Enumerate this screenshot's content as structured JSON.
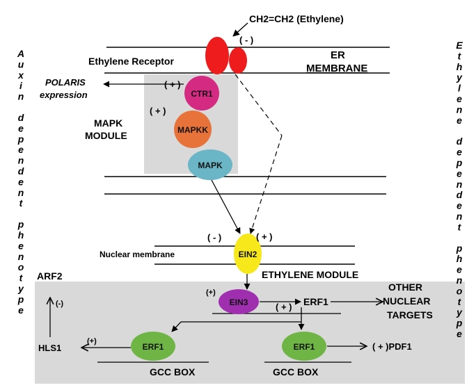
{
  "ligand": "CH2=CH2  (Ethylene)",
  "receptor_label": "Ethylene Receptor",
  "er_label_1": "ER",
  "er_label_2": "MEMBRANE",
  "neg_sign": "( - )",
  "pos_sign": "( + )",
  "pos_sign_compact": "(+)",
  "neg_sign_compact": "(-)",
  "polaris_1": "POLARIS",
  "polaris_2": "expression",
  "mapk_module_1": "MAPK",
  "mapk_module_2": "MODULE",
  "ctr1": "CTR1",
  "mapkk": "MAPKK",
  "mapk": "MAPK",
  "nuclear_membrane": "Nuclear membrane",
  "ein2": "EIN2",
  "ethylene_module": "ETHYLENE MODULE",
  "ein3": "EIN3",
  "erf1": "ERF1",
  "other_targets": [
    "OTHER",
    "NUCLEAR",
    "TARGETS"
  ],
  "arf2": "ARF2",
  "hls1": "HLS1",
  "pdf1": "( + )PDF1",
  "gcc_box_1": "GCC  BOX",
  "gcc_box_2": "GCC   BOX",
  "left_vertical": [
    "Auxin",
    "dependent",
    "phenotype"
  ],
  "right_vertical": [
    "Ethylene",
    "dependent",
    "phenotype"
  ],
  "colors": {
    "receptor": "#ee1c1c",
    "ctr1": "#d42a82",
    "mapkk": "#e8733a",
    "mapk": "#6ab6c7",
    "ein2": "#f6e81a",
    "ein3": "#a02fb0",
    "erf1": "#6fb545",
    "panel": "#d9d9d9"
  }
}
